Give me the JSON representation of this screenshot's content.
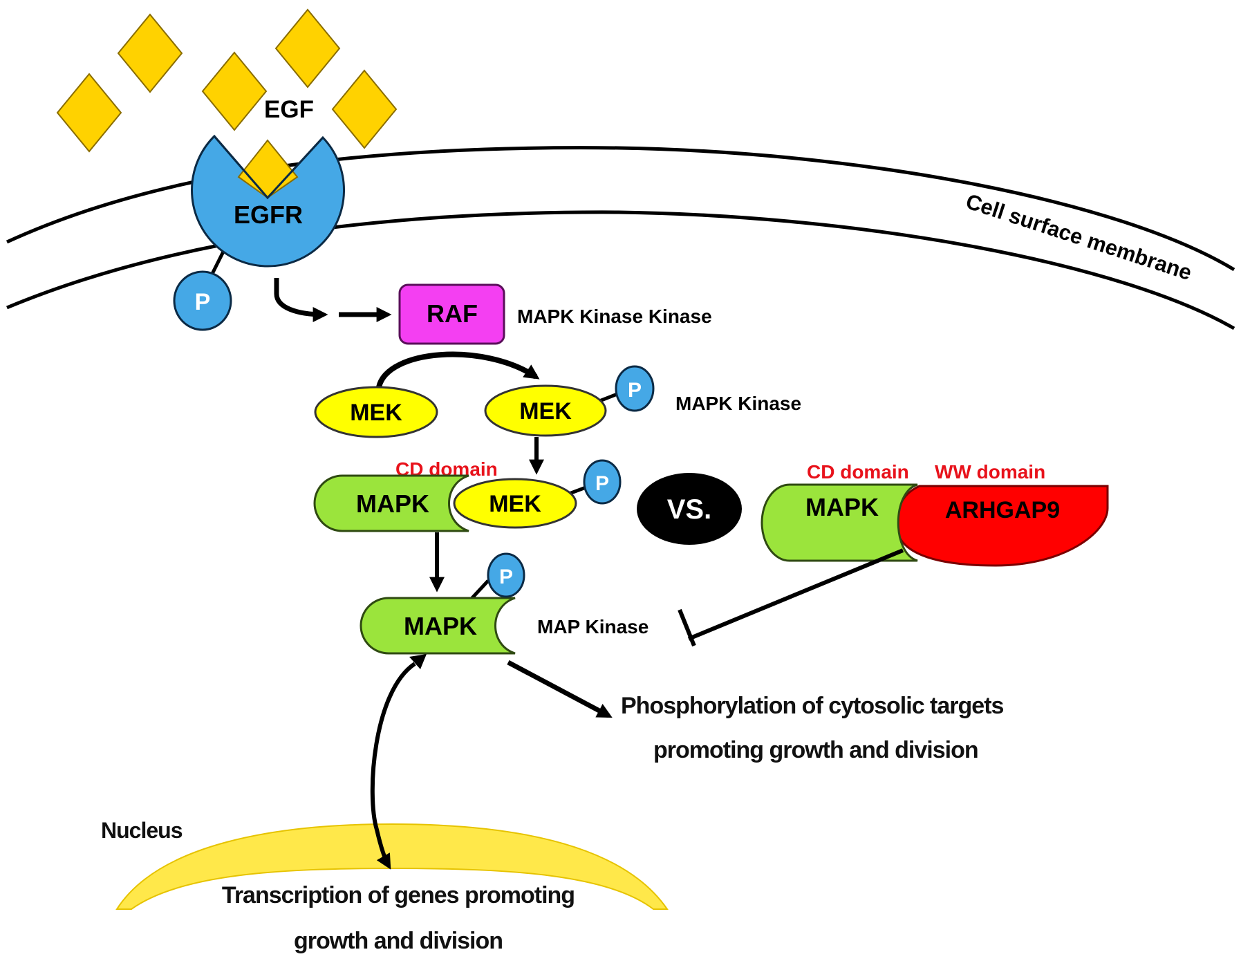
{
  "title": "EGFR-MAPK signaling pathway and ARHGAP9 competition",
  "colors": {
    "egf": "#ffd200",
    "egfr": "#45a8e6",
    "phospho": "#45a8e6",
    "raf": "#f43ff2",
    "mek": "#ffff00",
    "mapk": "#9be43c",
    "arhgap9": "#ff0000",
    "vs": "#000000",
    "nucleus": "#ffe84a",
    "domain_label": "#e8121b"
  },
  "labels": {
    "egf": "EGF",
    "egfr": "EGFR",
    "membrane": "Cell surface membrane",
    "phospho": "P",
    "raf": "RAF",
    "raf_role": "MAPK Kinase Kinase",
    "mek": "MEK",
    "mek_role": "MAPK Kinase",
    "mapk": "MAPK",
    "mapk_role": "MAP Kinase",
    "cd_domain": "CD domain",
    "ww_domain": "WW domain",
    "vs": "VS.",
    "arhgap9": "ARHGAP9",
    "cytosolic_line1": "Phosphorylation of cytosolic targets",
    "cytosolic_line2": "promoting growth and division",
    "nucleus": "Nucleus",
    "transcription_line1": "Transcription of genes promoting",
    "transcription_line2": "growth and division"
  }
}
